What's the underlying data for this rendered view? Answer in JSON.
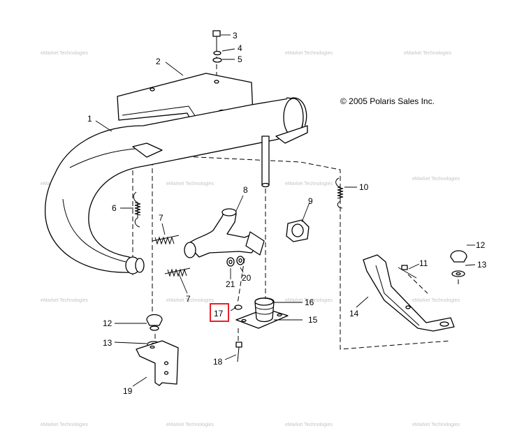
{
  "copyright": "© 2005 Polaris Sales Inc.",
  "watermark": "eMarket Technologies",
  "highlight_color": "#e8202a",
  "callouts": {
    "c1": "1",
    "c2": "2",
    "c3": "3",
    "c4": "4",
    "c5": "5",
    "c6": "6",
    "c7a": "7",
    "c7b": "7",
    "c8": "8",
    "c9": "9",
    "c10": "10",
    "c11": "11",
    "c12a": "12",
    "c12b": "12",
    "c13a": "13",
    "c13b": "13",
    "c14": "14",
    "c15": "15",
    "c16": "16",
    "c17": "17",
    "c18": "18",
    "c19": "19",
    "c20": "20",
    "c21": "21"
  }
}
